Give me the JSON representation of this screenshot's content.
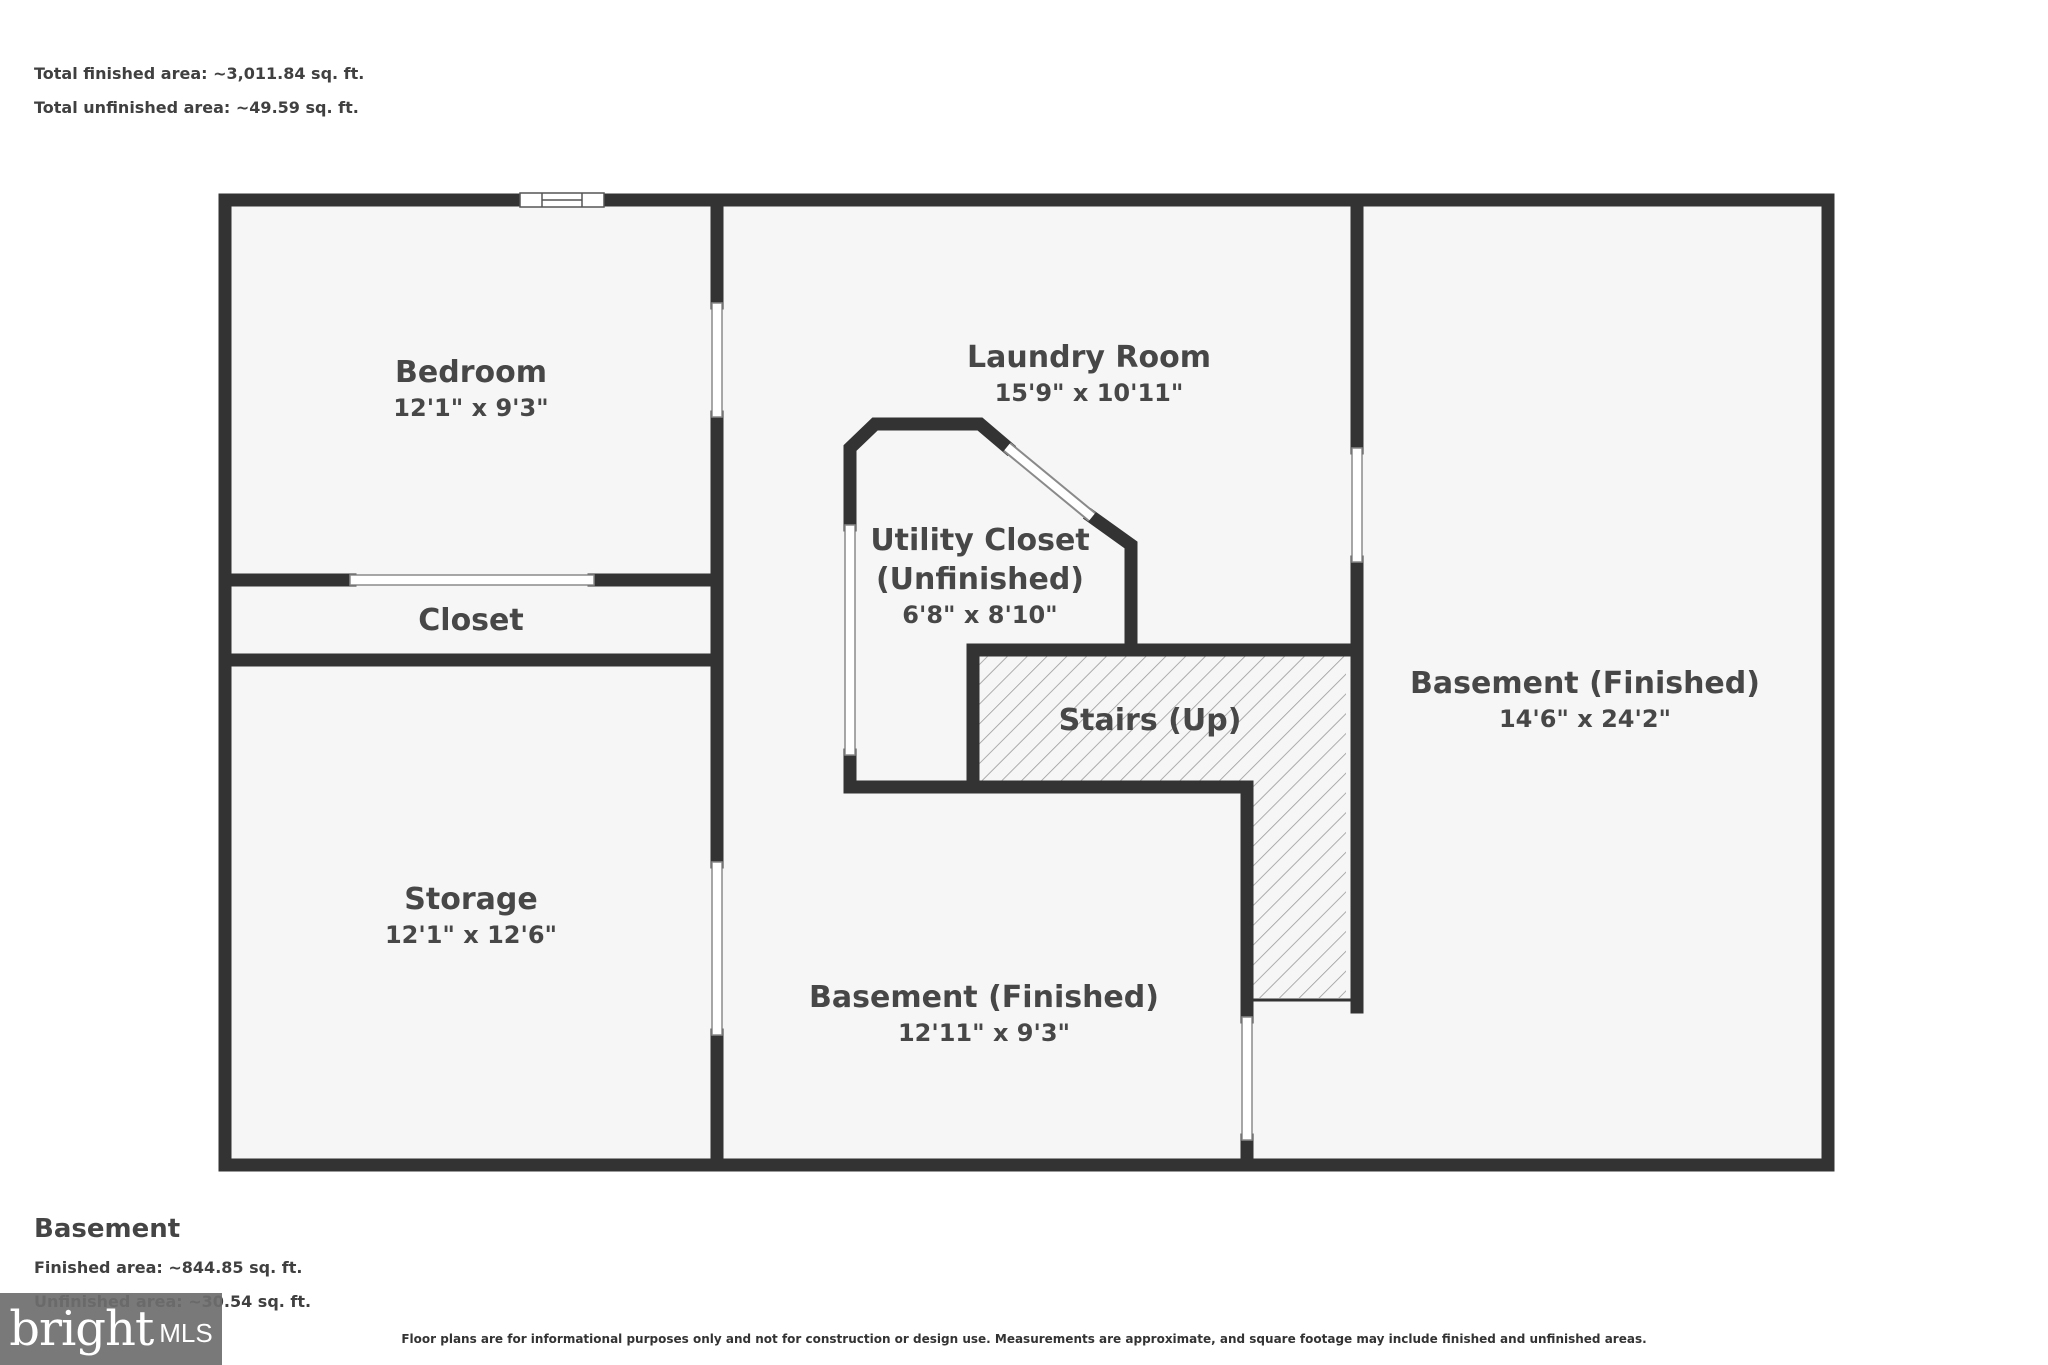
{
  "summary": {
    "total_finished": "Total finished area: ~3,011.84 sq. ft.",
    "total_unfinished": "Total unfinished area: ~49.59 sq. ft."
  },
  "rooms": {
    "bedroom": {
      "name": "Bedroom",
      "dims": "12'1\" x 9'3\""
    },
    "closet": {
      "name": "Closet"
    },
    "storage": {
      "name": "Storage",
      "dims": "12'1\" x 12'6\""
    },
    "laundry": {
      "name": "Laundry Room",
      "dims": "15'9\" x 10'11\""
    },
    "utility": {
      "name_line1": "Utility Closet",
      "name_line2": "(Unfinished)",
      "dims": "6'8\" x 8'10\""
    },
    "stairs": {
      "name": "Stairs (Up)"
    },
    "basement_right": {
      "name": "Basement (Finished)",
      "dims": "14'6\" x 24'2\""
    },
    "basement_center": {
      "name": "Basement (Finished)",
      "dims": "12'11\" x 9'3\""
    }
  },
  "floor": {
    "title": "Basement",
    "finished": "Finished area: ~844.85 sq. ft.",
    "unfinished": "Unfinished area: ~30.54 sq. ft."
  },
  "disclaimer": "Floor plans are for informational purposes only and not for construction or design use. Measurements are approximate, and square footage may include finished and unfinished areas.",
  "logo": {
    "main": "bright",
    "sub": "MLS"
  },
  "colors": {
    "wall": "#333333",
    "floor": "#f6f6f6",
    "hatch": "#9a9a9a"
  }
}
